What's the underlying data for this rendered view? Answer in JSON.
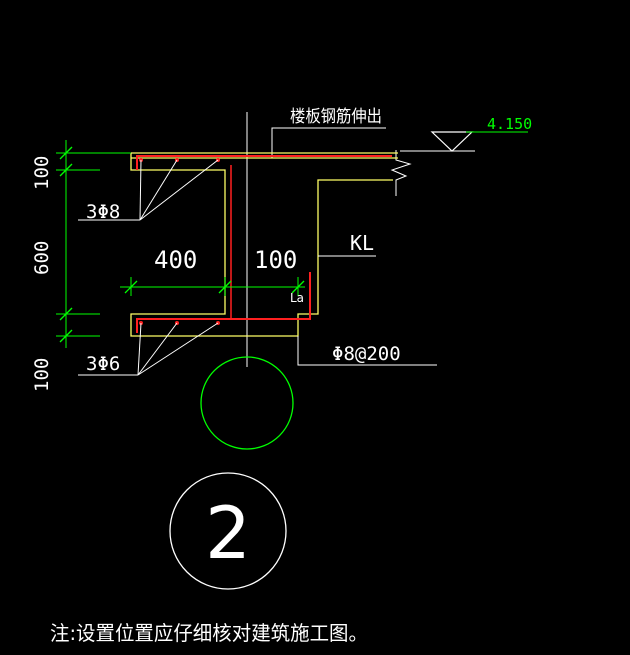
{
  "labels": {
    "slab_rebar": "楼板钢筋伸出",
    "elevation": "4.150",
    "dim_top": "100",
    "dim_mid": "600",
    "dim_bottom": "100",
    "top_bars": "3Φ8",
    "bottom_bars": "3Φ6",
    "width_400": "400",
    "width_100": "100",
    "beam": "KL",
    "anchor": "La",
    "stirrup": "Φ8@200",
    "detail_number": "2",
    "note": "注:设置位置应仔细核对建筑施工图。"
  },
  "colors": {
    "background": "#000000",
    "dimension": "#00ff00",
    "outline": "#ffff66",
    "rebar": "#ff2020",
    "text": "#ffffff",
    "elevation": "#00ff00"
  }
}
